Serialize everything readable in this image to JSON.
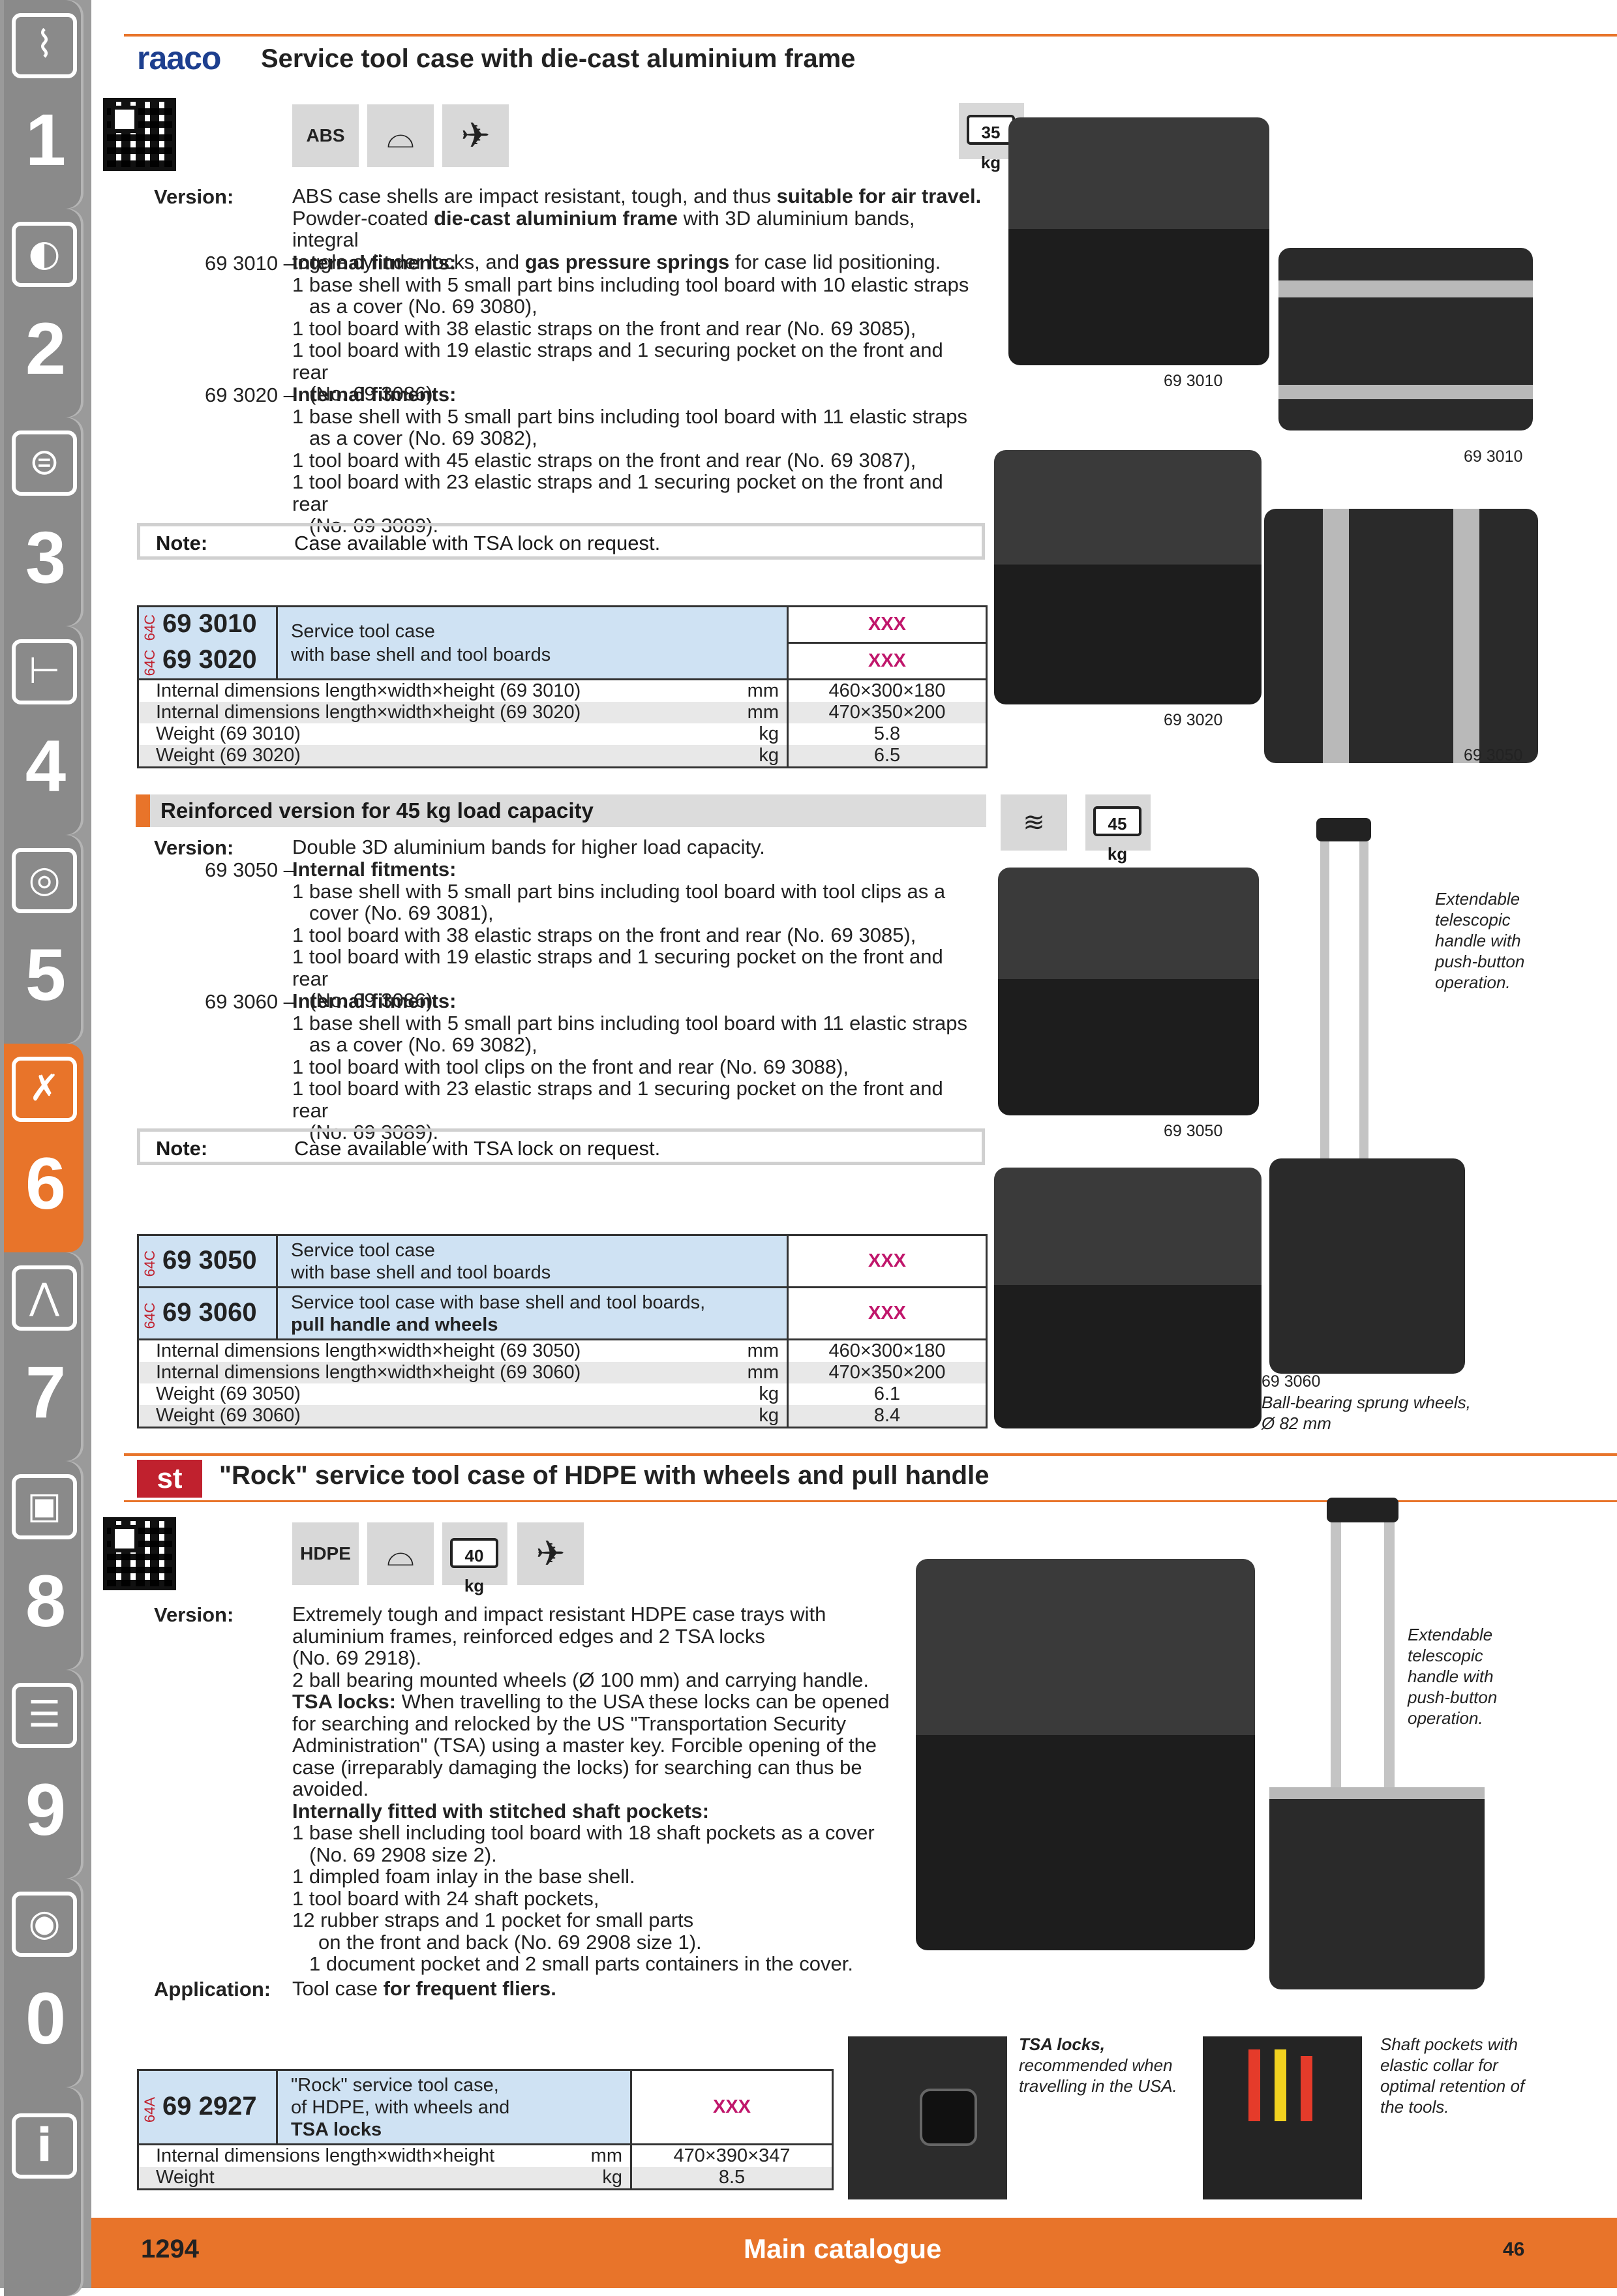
{
  "sidebar": {
    "tabs": [
      {
        "num": "1",
        "icon": "drill-bit-icon"
      },
      {
        "num": "2",
        "icon": "grinder-icon"
      },
      {
        "num": "3",
        "icon": "tap-icon"
      },
      {
        "num": "4",
        "icon": "caliper-icon"
      },
      {
        "num": "5",
        "icon": "saw-blade-icon"
      },
      {
        "num": "6",
        "icon": "wrench-icon"
      },
      {
        "num": "7",
        "icon": "pliers-icon"
      },
      {
        "num": "8",
        "icon": "tool-case-icon"
      },
      {
        "num": "9",
        "icon": "cabinet-icon"
      },
      {
        "num": "0",
        "icon": "safety-icon"
      },
      {
        "num": "",
        "icon": "info-icon"
      }
    ],
    "info_symbol": "i",
    "active": "6"
  },
  "section1": {
    "brand": "raaco",
    "title": "Service tool case with die-cast aluminium frame",
    "badge_abs": "ABS",
    "badge_weight": "35 kg",
    "version_label": "Version:",
    "version_text": [
      {
        "plain": "ABS case shells are impact resistant, tough, and thus ",
        "bold": "suitable for air travel."
      },
      {
        "plain": "Powder-coated ",
        "bold": "die-cast aluminium frame",
        "rest": " with 3D aluminium bands, integral"
      },
      {
        "plain": "toggle cylinder locks, and ",
        "bold": "gas pressure springs",
        "rest": " for case lid positioning."
      }
    ],
    "fitments": [
      {
        "code": "69 3010 –",
        "label": "Internal fitments:",
        "lines": [
          "1 base shell with 5 small part bins including tool board with 10 elastic straps",
          "as a cover (No. 69 3080),",
          "1 tool board with 38 elastic straps on the front and rear (No. 69 3085),",
          "1 tool board with 19 elastic straps and 1 securing pocket on the front and rear",
          "(No. 69 3086)."
        ]
      },
      {
        "code": "69 3020 –",
        "label": "Internal fitments:",
        "lines": [
          "1 base shell with 5 small part bins including tool board with 11 elastic straps",
          "as a cover (No. 69 3082),",
          "1 tool board with 45 elastic straps on the front and rear (No. 69 3087),",
          "1 tool board with 23 elastic straps and 1 securing pocket on the front and rear",
          "(No. 69 3089)."
        ]
      }
    ],
    "note_label": "Note:",
    "note_text": "Case available with TSA lock on request.",
    "table": {
      "items": [
        {
          "pcode": "64C",
          "art": "69 3010",
          "price": "XXX"
        },
        {
          "pcode": "64C",
          "art": "69 3020",
          "price": "XXX"
        }
      ],
      "desc_line1": "Service tool case",
      "desc_line2": "with base shell and tool boards",
      "specs": [
        {
          "label": "Internal dimensions length×width×height (69 3010)",
          "unit": "mm",
          "value": "460×300×180"
        },
        {
          "label": "Internal dimensions length×width×height (69 3020)",
          "unit": "mm",
          "value": "470×350×200"
        },
        {
          "label": "Weight (69 3010)",
          "unit": "kg",
          "value": "5.8"
        },
        {
          "label": "Weight (69 3020)",
          "unit": "kg",
          "value": "6.5"
        }
      ]
    },
    "captions": [
      "69 3010",
      "69 3010",
      "69 3020",
      "69 3050"
    ]
  },
  "section2": {
    "title": "Reinforced version for 45 kg load capacity",
    "badge_weight": "45 kg",
    "version_label": "Version:",
    "version_text": "Double 3D aluminium bands for higher load capacity.",
    "fitments": [
      {
        "code": "69 3050 –",
        "label": "Internal fitments:",
        "lines": [
          "1 base shell with 5 small part bins including tool board with tool clips as a",
          "cover (No. 69 3081),",
          "1 tool board with 38 elastic straps on the front and rear (No.  69 3085),",
          "1 tool board with 19 elastic straps and 1 securing pocket on the front and rear",
          "(No. 69 3086)."
        ]
      },
      {
        "code": "69 3060 –",
        "label": "Internal fitments:",
        "lines": [
          "1 base shell with 5 small part bins including tool board with 11 elastic straps",
          "as a cover (No. 69 3082),",
          "1 tool board with tool clips on the front and rear (No. 69 3088),",
          "1 tool board with 23 elastic straps and 1 securing pocket on the front and rear",
          "(No. 69 3089)."
        ]
      }
    ],
    "note_label": "Note:",
    "note_text": "Case available with TSA lock on request.",
    "table": {
      "items": [
        {
          "pcode": "64C",
          "art": "69 3050",
          "price": "XXX",
          "desc1": "Service tool case",
          "desc2": "with base shell and tool boards",
          "bold2": false
        },
        {
          "pcode": "64C",
          "art": "69 3060",
          "price": "XXX",
          "desc1": "Service tool case with base shell and tool boards,",
          "desc2": "pull handle and wheels",
          "bold2": true
        }
      ],
      "specs": [
        {
          "label": "Internal dimensions length×width×height (69 3050)",
          "unit": "mm",
          "value": "460×300×180"
        },
        {
          "label": "Internal dimensions length×width×height (69 3060)",
          "unit": "mm",
          "value": "470×350×200"
        },
        {
          "label": "Weight (69 3050)",
          "unit": "kg",
          "value": "6.1"
        },
        {
          "label": "Weight (69 3060)",
          "unit": "kg",
          "value": "8.4"
        }
      ]
    },
    "caption_handle": [
      "Extendable",
      "telescopic",
      "handle with",
      "push-button",
      "operation."
    ],
    "caption_3050": "69 3050",
    "caption_3060": "69 3060",
    "caption_wheels": [
      "Ball-bearing sprung wheels,",
      "Ø  82 mm"
    ]
  },
  "section3": {
    "brand": "st",
    "title": "\"Rock\" service tool case of HDPE with wheels and pull handle",
    "badge_hdpe": "HDPE",
    "badge_weight": "40 kg",
    "version_label": "Version:",
    "version_lines": [
      "Extremely tough and impact resistant HDPE case trays with",
      "aluminium frames, reinforced edges and 2 TSA locks",
      "(No.  69 2918).",
      "2 ball bearing mounted wheels (Ø 100 mm) and carrying handle."
    ],
    "tsa_bold": "TSA locks:",
    "tsa_lines": [
      " When travelling to the USA these locks can be opened",
      "for searching and relocked by the US \"Transportation Security",
      "Administration\" (TSA) using a master key. Forcible opening of the",
      "case (irreparably damaging the locks) for searching can thus be",
      "avoided."
    ],
    "stitched_bold": "Internally fitted with stitched shaft pockets:",
    "stitched_lines": [
      "1 base shell including tool board with 18 shaft pockets as a cover",
      "(No. 69 2908 size 2).",
      "1 dimpled foam inlay in the base shell.",
      "1 tool board with 24 shaft pockets,",
      "12 rubber straps and 1 pocket for small parts",
      "on the front and back (No. 69 2908 size 1).",
      "1 document pocket and 2 small parts containers in the cover."
    ],
    "application_label": "Application:",
    "application_plain": "Tool case ",
    "application_bold": "for frequent fliers.",
    "caption_handle": [
      "Extendable",
      "telescopic",
      "handle with",
      "push-button",
      "operation."
    ],
    "caption_tsa_bold": "TSA locks,",
    "caption_tsa": [
      "recommended when",
      "travelling in the USA."
    ],
    "caption_shaft": [
      "Shaft pockets with",
      "elastic collar for",
      "optimal retention of",
      "the tools."
    ],
    "table": {
      "pcode": "64A",
      "art": "69 2927",
      "price": "XXX",
      "desc1": "\"Rock\" service tool case,",
      "desc2": "of HDPE, with wheels and",
      "desc3": "TSA locks",
      "specs": [
        {
          "label": "Internal dimensions length×width×height",
          "unit": "mm",
          "value": "470×390×347"
        },
        {
          "label": "Weight",
          "unit": "kg",
          "value": "8.5"
        }
      ]
    }
  },
  "footer": {
    "page": "1294",
    "title": "Main catalogue",
    "page2": "46"
  },
  "colors": {
    "accent": "#e8742a",
    "table_blue": "#cfe2f3",
    "price": "#c0166b",
    "brand_blue": "#1d3f8f",
    "brand_red": "#c0212e"
  }
}
